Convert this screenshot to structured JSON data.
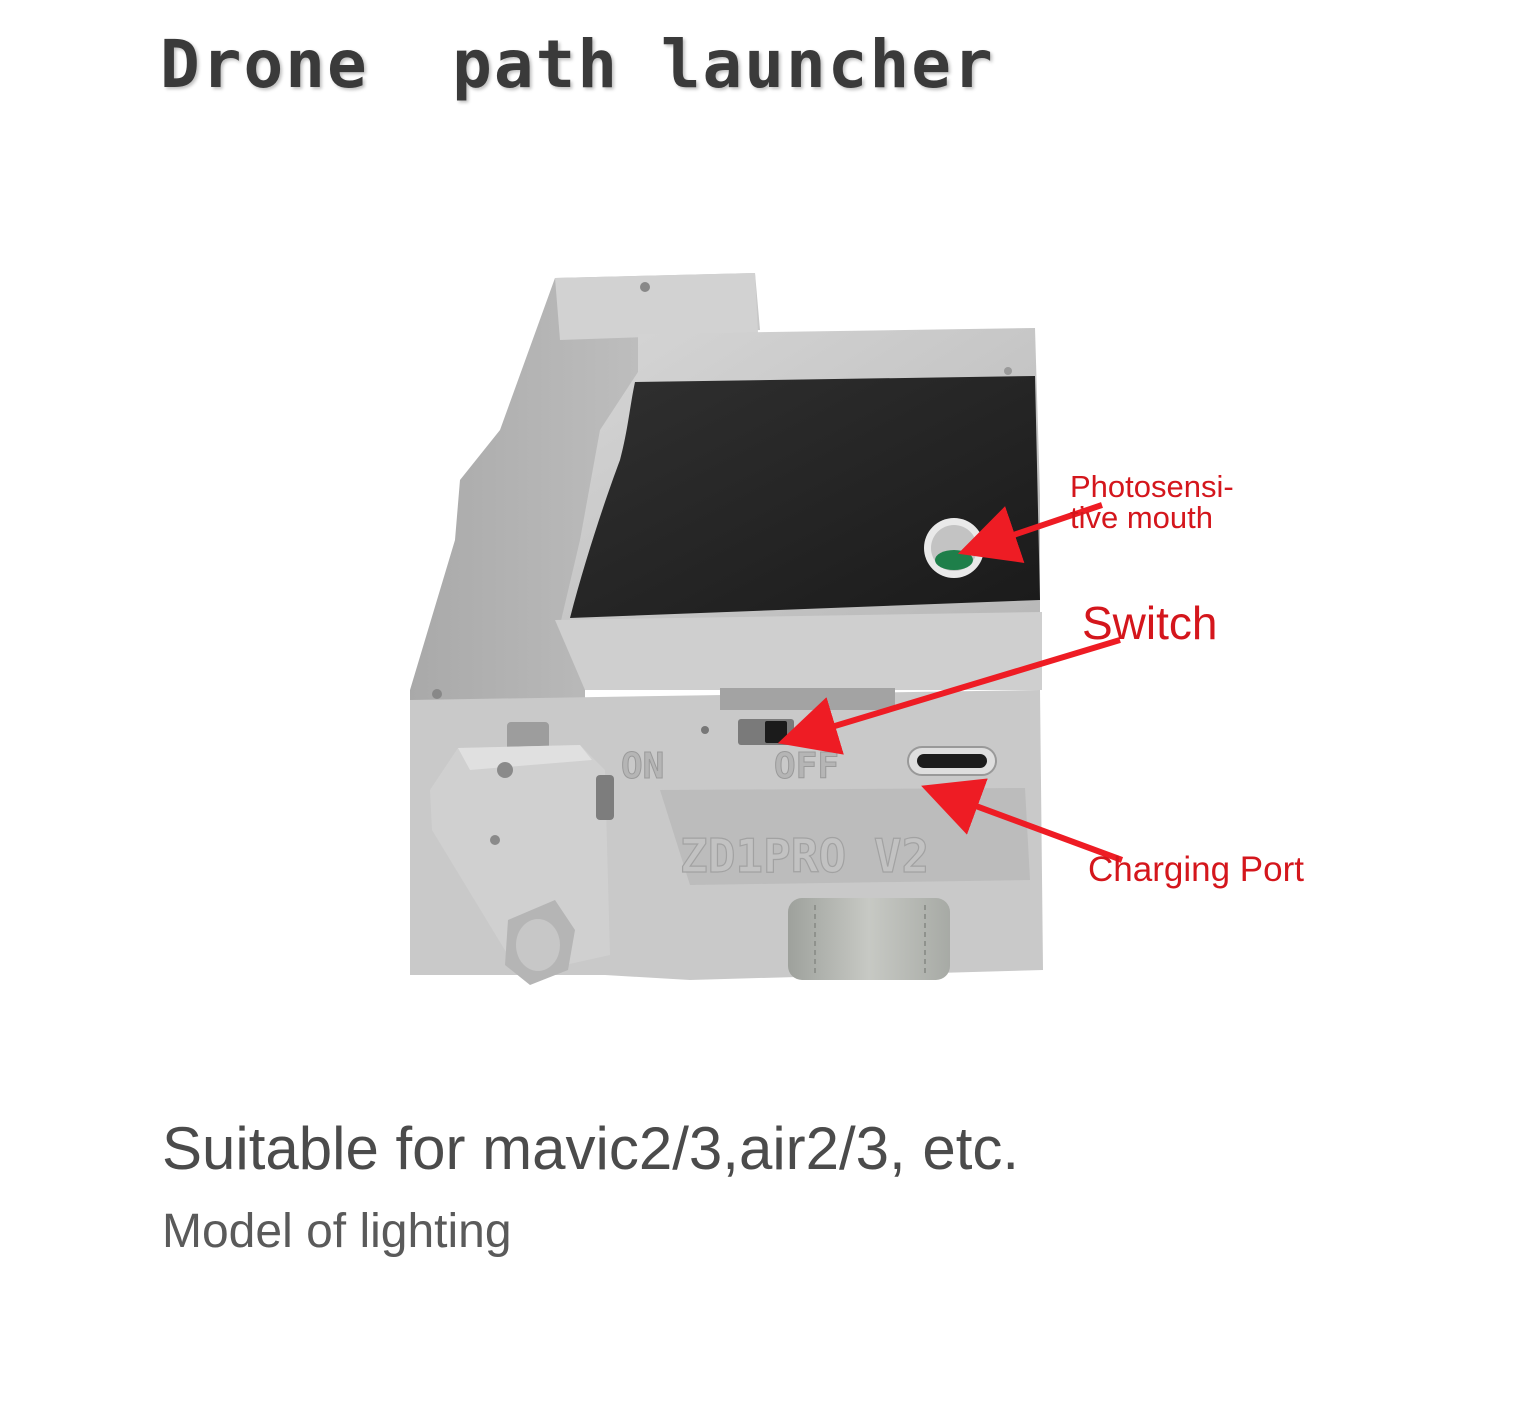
{
  "header": {
    "title": "Drone  path launcher"
  },
  "product_photo": {
    "front_text_power": "ON",
    "front_text_off": "OFF",
    "model_marking": "ZD1PRO V2"
  },
  "callouts": {
    "photosensitive": "Photosensi-\ntive mouth",
    "switch": "Switch",
    "charging_port": "Charging Port",
    "color": "#d4161c"
  },
  "footer": {
    "compatibility": "Suitable for mavic2/3,air2/3, etc.",
    "model": "Model of lighting"
  }
}
